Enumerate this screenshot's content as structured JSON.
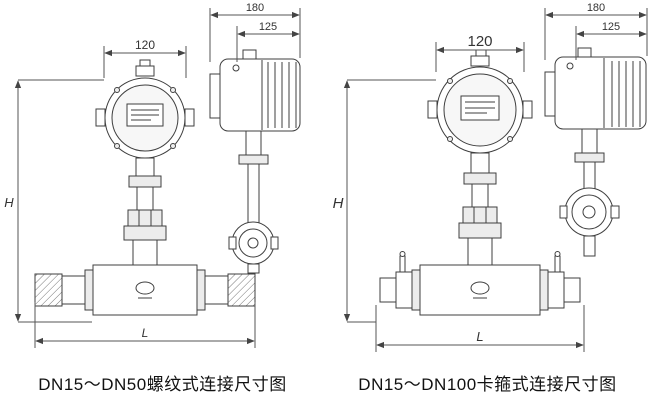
{
  "left_panel": {
    "caption": "DN15～DN50螺纹式连接尺寸图",
    "dim_180": "180",
    "dim_125": "125",
    "dim_120": "120",
    "dim_h": "H",
    "dim_l": "L"
  },
  "right_panel": {
    "caption": "DN15～DN100卡箍式连接尺寸图",
    "dim_180": "180",
    "dim_125": "125",
    "dim_120": "120",
    "dim_h": "H",
    "dim_l": "L"
  }
}
